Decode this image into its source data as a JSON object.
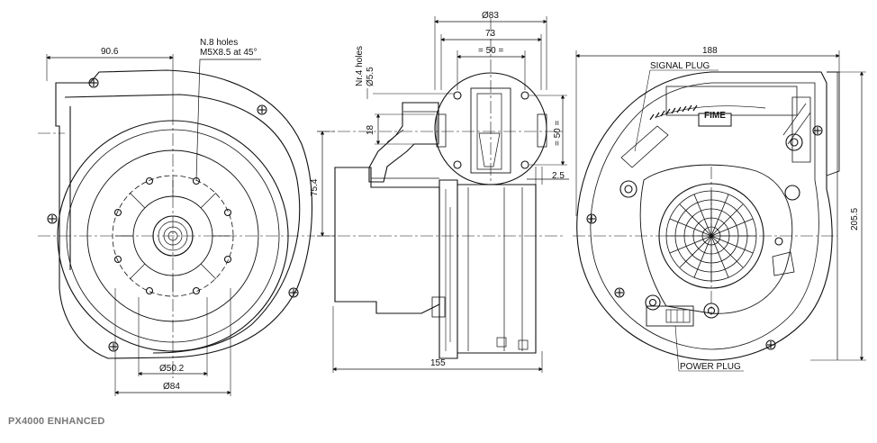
{
  "caption": "PX4000 ENHANCED",
  "brand_logo": "FIME",
  "left_view": {
    "dim_top": "90.6",
    "holes_note_1": "N.8 holes",
    "holes_note_2": "M5X8.5 at 45°",
    "dim_inner": "Ø50.2",
    "dim_outer": "Ø84"
  },
  "side_view": {
    "dim_83": "Ø83",
    "dim_73": "73",
    "dim_50_top": "= 50 =",
    "holes_note_1": "Nr.4 holes",
    "holes_note_2": "Ø5.5",
    "dim_18": "18",
    "dim_50_right": "= 50 =",
    "dim_25": "2.5",
    "dim_754": "75.4",
    "dim_155": "155"
  },
  "right_view": {
    "dim_188": "188",
    "signal_plug": "SIGNAL PLUG",
    "power_plug": "POWER PLUG",
    "dim_2055": "205.5"
  }
}
